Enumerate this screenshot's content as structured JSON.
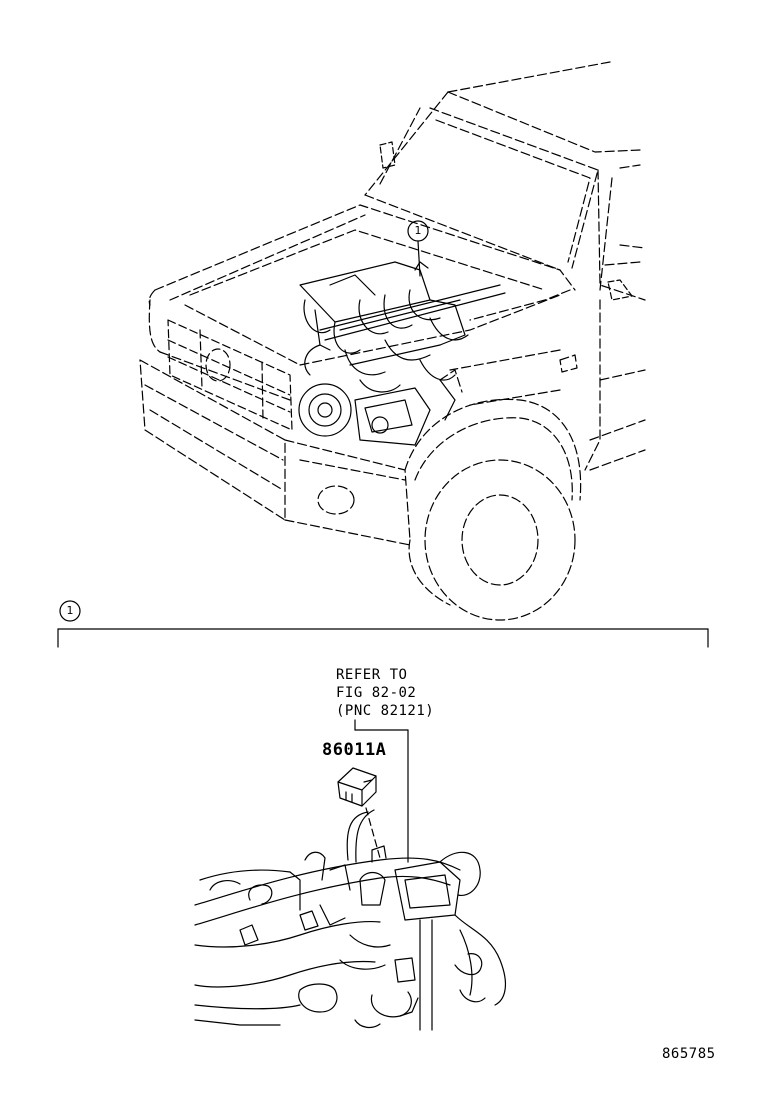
{
  "callout": {
    "number": "1"
  },
  "refer": {
    "line1": "REFER TO",
    "line2": "FIG 82-02",
    "line3": "(PNC 82121)"
  },
  "part_number": "86011A",
  "figure_id": "865785"
}
